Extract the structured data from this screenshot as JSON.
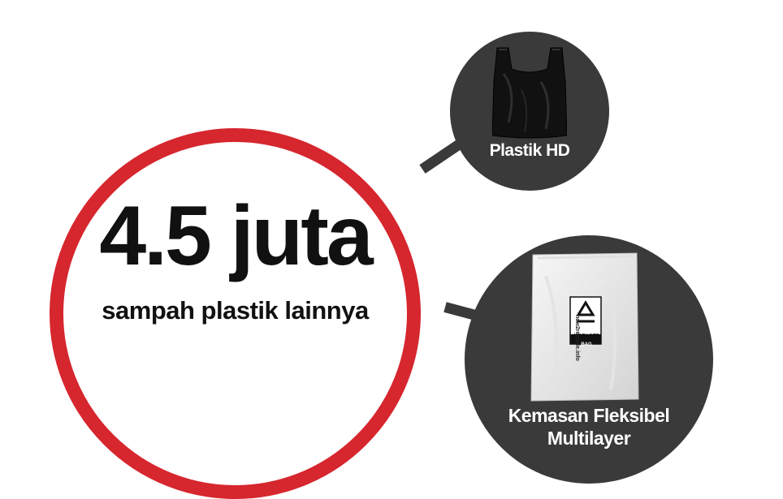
{
  "main_stat": {
    "value": "4.5 juta",
    "subtitle": "sampah plastik lainnya"
  },
  "categories": [
    {
      "label": "Plastik HD",
      "image": "black-plastic-bag"
    },
    {
      "label_line1": "Kemasan Fleksibel",
      "label_line2": "Multilayer",
      "image": "white-multilayer-bag"
    }
  ],
  "bag_label": {
    "badge_top": "MULTI-LAYER",
    "badge_bottom": "BAG",
    "side_text": "how2recycle.info"
  },
  "colors": {
    "ring": "#d6262e",
    "dark_circle": "#3a3a3a",
    "text_dark": "#111111",
    "text_light": "#ffffff"
  }
}
